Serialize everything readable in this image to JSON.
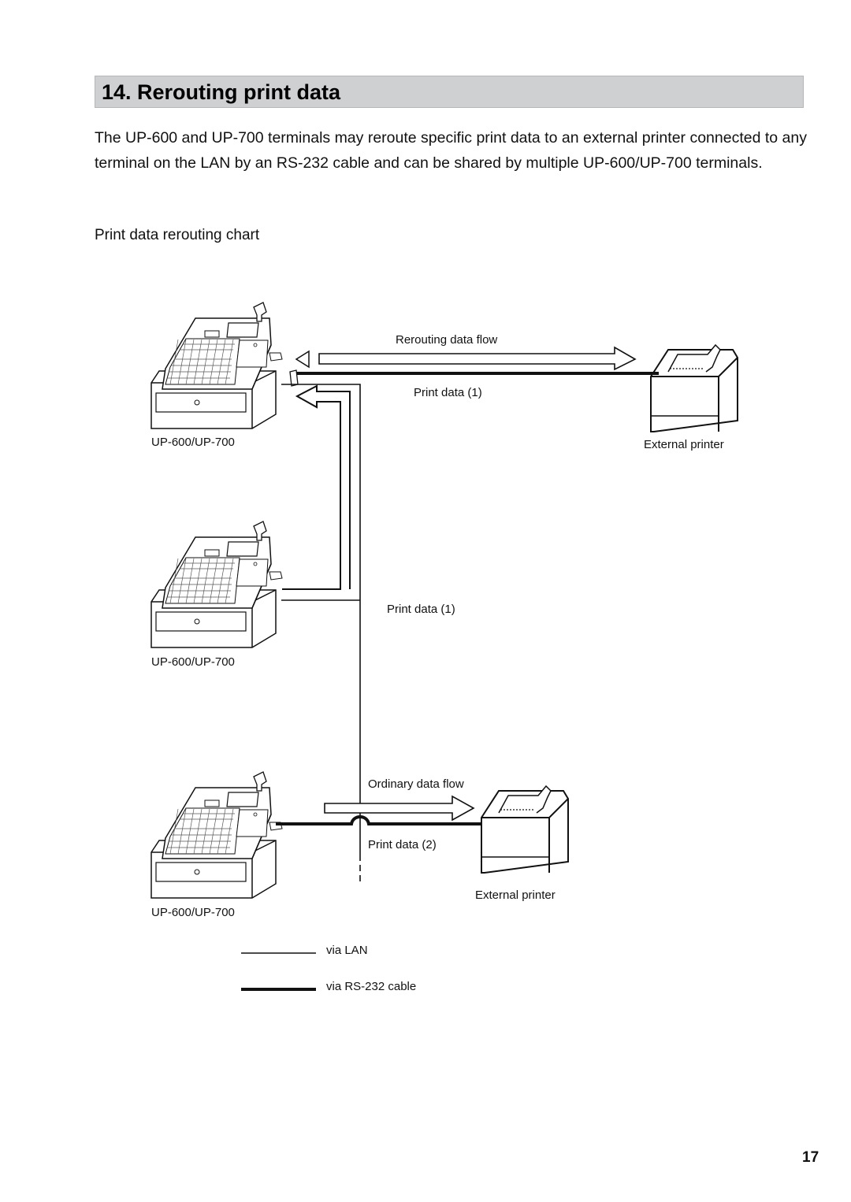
{
  "section": {
    "title": "14. Rerouting print data"
  },
  "intro": "The UP-600 and UP-700 terminals may reroute specific print data to an external printer connected to any terminal on the LAN by an RS-232 cable and can be shared by multiple UP-600/UP-700 terminals.",
  "chart_caption": "Print data rerouting chart",
  "diagram": {
    "terminals": [
      {
        "label": "UP-600/UP-700"
      },
      {
        "label": "UP-600/UP-700"
      },
      {
        "label": "UP-600/UP-700"
      }
    ],
    "rerouting_flow_label": "Rerouting data flow",
    "print_data_1_top": "Print data (1)",
    "print_data_1_middle": "Print data (1)",
    "ordinary_flow_label": "Ordinary data flow",
    "print_data_2": "Print data (2)",
    "printers": [
      {
        "label": "External printer"
      },
      {
        "label": "External printer"
      }
    ],
    "legend": {
      "lan": "via LAN",
      "rs232": "via RS-232 cable"
    }
  },
  "page_number": "17"
}
